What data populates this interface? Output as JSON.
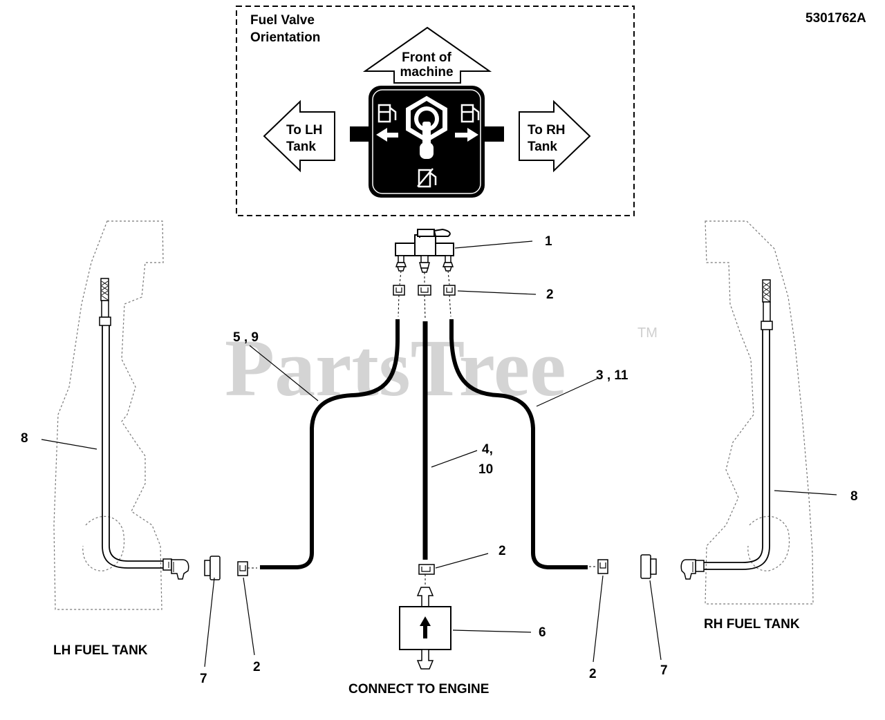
{
  "drawing_number": "5301762A",
  "watermark": {
    "text": "PartsTree",
    "trademark": "TM"
  },
  "inset": {
    "title_line1": "Fuel Valve",
    "title_line2": "Orientation",
    "front_line1": "Front of",
    "front_line2": "machine",
    "left_line1": "To LH",
    "left_line2": "Tank",
    "right_line1": "To RH",
    "right_line2": "Tank"
  },
  "callouts": {
    "c1": "1",
    "c2_top": "2",
    "c3_11": "3 , 11",
    "c4_line1": "4,",
    "c4_line2": "10",
    "c5_9": "5 , 9",
    "c6": "6",
    "c7_left": "7",
    "c7_right": "7",
    "c8_left": "8",
    "c8_right": "8",
    "c2_center": "2",
    "c2_left": "2",
    "c2_right": "2"
  },
  "labels": {
    "lh_tank": "LH FUEL TANK",
    "rh_tank": "RH FUEL TANK",
    "engine": "CONNECT TO ENGINE"
  }
}
